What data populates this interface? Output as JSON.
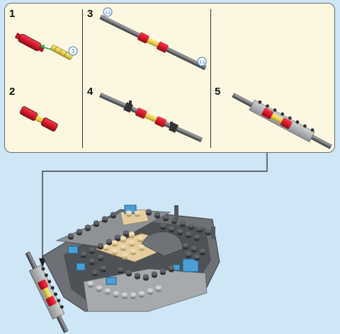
{
  "instruction_page": {
    "callout": {
      "steps": [
        {
          "number": "1"
        },
        {
          "number": "2"
        },
        {
          "number": "3"
        },
        {
          "number": "4"
        },
        {
          "number": "5"
        }
      ],
      "part_counts": {
        "step1": "3",
        "step3_left": "3.5",
        "step3_right": "3.5"
      }
    },
    "colors": {
      "background": "#cfe6f6",
      "callout_bg": "#fbf7e1",
      "red_part": "#d7182a",
      "yellow_part": "#e9d64a",
      "axle_gray": "#6f7378",
      "dark_gray": "#4a4d52",
      "light_gray": "#a8abae",
      "tan": "#e4cd9e",
      "azure": "#4b9fd5"
    }
  }
}
